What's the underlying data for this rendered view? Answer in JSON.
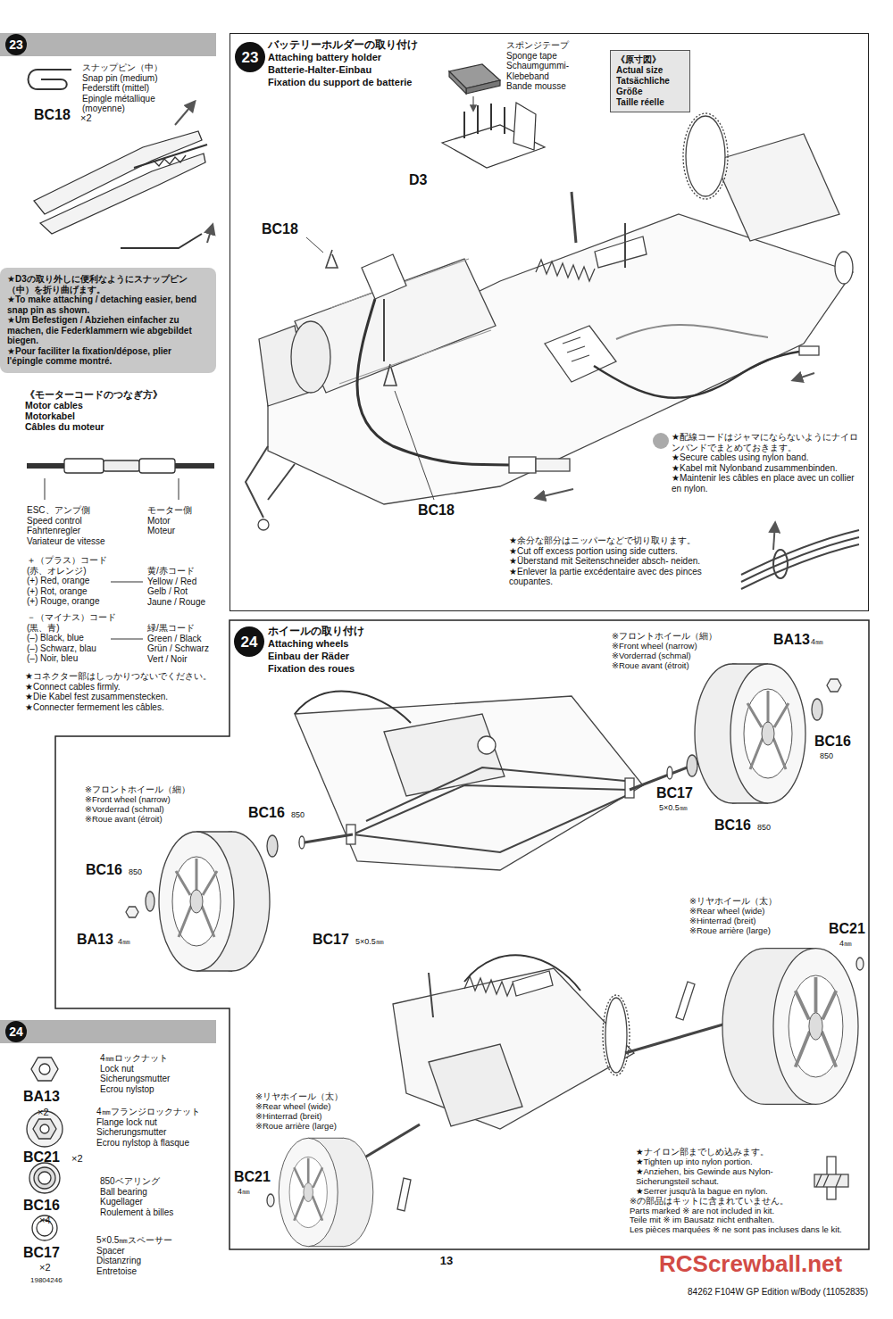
{
  "diagram": {
    "nodes": [
      {
        "text": [
          "23"
        ]
      },
      {
        "text": [
          "★D3の取り外しに便利なようにスナップピン（中）を折り曲げます。",
          "★To make attaching / detaching easier, bend snap pin as shown.",
          "★Um Befestigen / Abziehen einfacher zu machen, die Federklammern wie abgebildet biegen.",
          "★Pour faciliter la fixation/dépose, plier l'épingle comme montré."
        ]
      },
      {
        "text": [
          "バッテリーホルダーの取り付け",
          "Attaching battery holder",
          "Batterie-Halter-Einbau",
          "Fixation du support de batterie"
        ]
      },
      {
        "text": [
          "23"
        ],
        "in": 2
      },
      {
        "text": [
          "《原寸図》",
          "Actual size",
          "Tatsächliche Größe",
          "Taille réelle"
        ],
        "in": 2
      },
      {
        "text": [
          "ホイールの取り付け",
          "Attaching wheels",
          "Einbau der Räder",
          "Fixation des roues"
        ]
      },
      {
        "text": [
          "24"
        ],
        "in": 5
      },
      {
        "text": [
          "24"
        ]
      }
    ],
    "labels": [
      "スナップピン（中）",
      "Snap pin (medium)",
      "Federstift (mittel)",
      "Epingle métallique (moyenne)",
      "BC18",
      "×2",
      "《モーターコードのつなぎ方》",
      "Motor cables",
      "Motorkabel",
      "Câbles du moteur",
      "ESC、アンプ側",
      "Speed control",
      "Fahrtenregler",
      "Variateur de vitesse",
      "モーター側",
      "Motor",
      "Moteur",
      "＋（プラス）コード",
      "(赤、オレンジ)",
      "(+) Red, orange",
      "(+) Rot, orange",
      "(+) Rouge, orange",
      "黄/赤コード",
      "Yellow / Red",
      "Gelb / Rot",
      "Jaune / Rouge",
      "－（マイナス）コード",
      "(黒、青)",
      "(–) Black, blue",
      "(–) Schwarz, blau",
      "(–) Noir, bleu",
      "緑/黒コード",
      "Green / Black",
      "Grün / Schwarz",
      "Vert / Noir",
      "★コネクター部はしっかりつないでください。",
      "★Connect cables firmly.",
      "★Die Kabel fest zusammenstecken.",
      "★Connecter fermement les câbles.",
      "スポンジテープ",
      "Sponge tape",
      "Schaumgummi- Klebeband",
      "Bande mousse",
      "D3",
      "BC18",
      "BC18",
      "★配線コードはジャマにならないようにナイロンバンドでまとめておきます。",
      "★Secure cables using nylon band.",
      "★Kabel mit Nylonband zusammenbinden.",
      "★Maintenir les câbles en place avec un collier en nylon.",
      "★余分な部分はニッパーなどで切り取ります。",
      "★Cut off excess portion using side cutters.",
      "★Überstand mit Seitenschneider absch- neiden.",
      "★Enlever la partie excédentaire avec des pinces coupantes.",
      "BA13",
      "×2",
      "4㎜ロックナット",
      "Lock nut",
      "Sicherungsmutter",
      "Ecrou nylstop",
      "BC21",
      "×2",
      "4㎜フランジロックナット",
      "Flange lock nut",
      "Sicherungsmutter",
      "Ecrou nylstop à flasque",
      "BC16",
      "×4",
      "850ベアリング",
      "Ball bearing",
      "Kugellager",
      "Roulement à billes",
      "BC17",
      "×2",
      "19804246",
      "5×0.5㎜スペーサー",
      "Spacer",
      "Distanzring",
      "Entretoise",
      "※フロントホイール（細）",
      "※Front wheel (narrow)",
      "※Vorderrad (schmal)",
      "※Roue avant (étroit)",
      "BA13",
      "4㎜",
      "BC16",
      "850",
      "BC17",
      "5×0.5㎜",
      "BC16",
      "850",
      "※フロントホイール（細）",
      "※Front wheel (narrow)",
      "※Vorderrad (schmal)",
      "※Roue avant (étroit)",
      "BC16",
      "850",
      "BC16",
      "850",
      "BA13",
      "4㎜",
      "BC17",
      "5×0.5㎜",
      "※リヤホイール（太）",
      "※Rear wheel (wide)",
      "※Hinterrad (breit)",
      "※Roue arrière (large)",
      "BC21",
      "4㎜",
      "※リヤホイール（太）",
      "※Rear wheel (wide)",
      "※Hinterrad (breit)",
      "※Roue arrière (large)",
      "BC21",
      "4㎜",
      "★ナイロン部までしめ込みます。",
      "★Tighten up into nylon portion.",
      "★Anziehen, bis Gewinde aus Nylon- Sicherungsteil schaut.",
      "★Serrer jusqu'à la bague en nylon.",
      "※の部品はキットに含まれていません。",
      "Parts marked ※ are not included in kit.",
      "Teile mit ※ im Bausatz nicht enthalten.",
      "Les pièces marquées ※ ne sont pas incluses dans le kit.",
      "13",
      "84262 F104W GP Edition w/Body (11052835)",
      "RCScrewball.net"
    ]
  }
}
